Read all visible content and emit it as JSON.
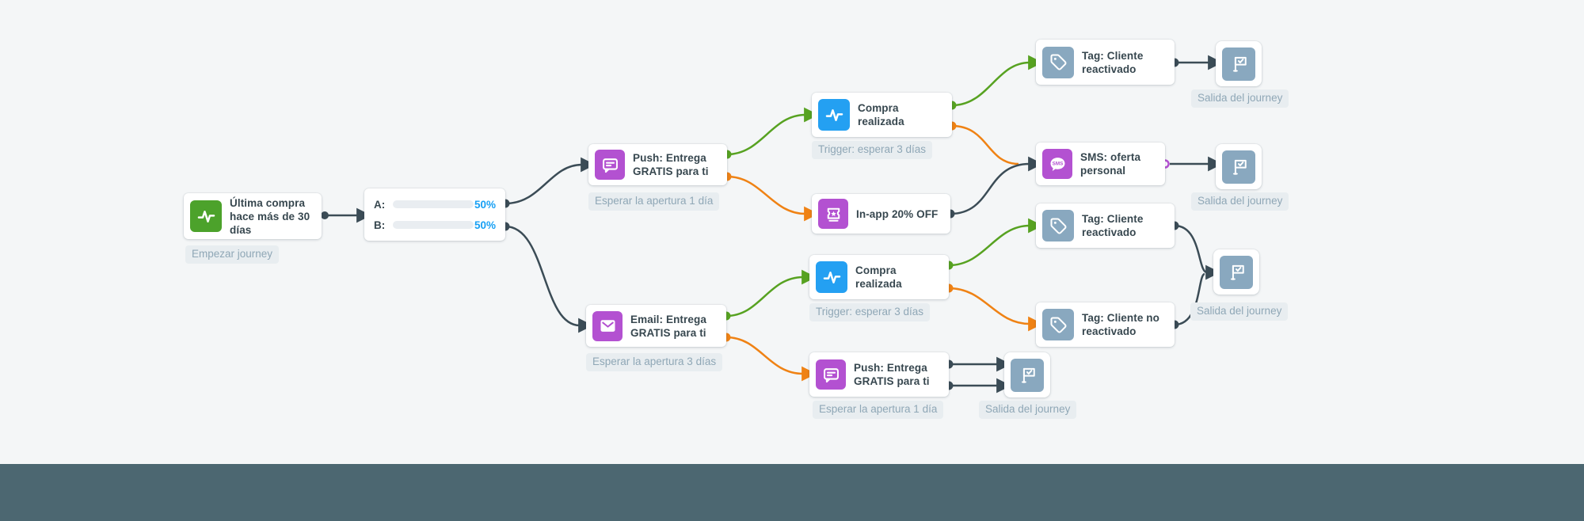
{
  "colors": {
    "canvas_bg": "#f4f6f7",
    "footer": "#4c6771",
    "edge_dark": "#3b4c56",
    "edge_green": "#57a221",
    "edge_orange": "#ef8214",
    "icon_green": "#4ca22b",
    "icon_purple": "#b351d1",
    "icon_blue": "#24a0f2",
    "icon_gray": "#89a8bf",
    "title": "#37474f",
    "chip_bg": "#e8edf0",
    "chip_text": "#8fa7b6",
    "blue": "#18a0f4",
    "track": "#e9edf1"
  },
  "icons": {
    "start": "activity-icon",
    "purchase": "activity-icon",
    "push": "chat-bubble-icon",
    "inapp": "ticket-icon",
    "sms": "sms-bubble-icon",
    "email": "envelope-icon",
    "tag": "tag-icon",
    "exit": "flag-icon"
  },
  "nodes": {
    "start": {
      "title": "Última compra hace más de 30 días",
      "caption": "Empezar journey"
    },
    "ab_split": {
      "rows": [
        {
          "label": "A:",
          "percent": "50%"
        },
        {
          "label": "B:",
          "percent": "50%"
        }
      ]
    },
    "push_1": {
      "title": "Push: Entrega GRATIS para ti",
      "caption": "Esperar la apertura 1 día"
    },
    "purchase_1": {
      "title": "Compra realizada",
      "caption": "Trigger: esperar 3 días"
    },
    "inapp": {
      "title": "In-app 20% OFF"
    },
    "sms": {
      "title": "SMS: oferta personal",
      "badge": "SMS"
    },
    "tag_reactivated_1": {
      "title": "Tag: Cliente reactivado"
    },
    "email": {
      "title": "Email: Entrega GRATIS para ti",
      "caption": "Esperar la apertura 3 días"
    },
    "purchase_2": {
      "title": "Compra realizada",
      "caption": "Trigger: esperar 3 días"
    },
    "tag_reactivated_2": {
      "title": "Tag: Cliente reactivado"
    },
    "tag_not_reactivated": {
      "title": "Tag: Cliente no reactivado"
    },
    "push_2": {
      "title": "Push: Entrega GRATIS para ti",
      "caption": "Esperar la apertura 1 día"
    },
    "exit_1": {
      "caption": "Salida del journey"
    },
    "exit_2": {
      "caption": "Salida del journey"
    },
    "exit_3": {
      "caption": "Salida del journey"
    },
    "exit_4": {
      "caption": "Salida del journey"
    }
  }
}
